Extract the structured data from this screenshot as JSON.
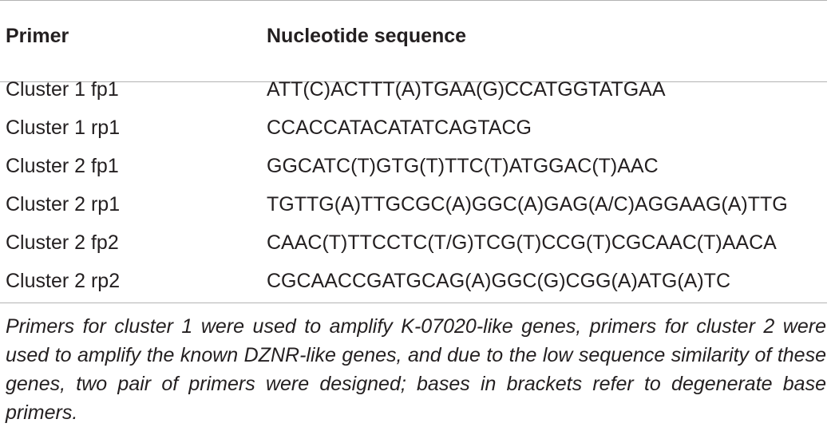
{
  "table": {
    "headers": {
      "primer": "Primer",
      "sequence": "Nucleotide sequence"
    },
    "rows": [
      {
        "primer": "Cluster 1 fp1",
        "sequence": "ATT(C)ACTTT(A)TGAA(G)CCATGGTATGAA"
      },
      {
        "primer": "Cluster 1 rp1",
        "sequence": "CCACCATACATATCAGTACG"
      },
      {
        "primer": "Cluster 2 fp1",
        "sequence": "GGCATC(T)GTG(T)TTC(T)ATGGAC(T)AAC"
      },
      {
        "primer": "Cluster 2 rp1",
        "sequence": "TGTTG(A)TTGCGC(A)GGC(A)GAG(A/C)AGGAAG(A)TTG"
      },
      {
        "primer": "Cluster 2 fp2",
        "sequence": "CAAC(T)TTCCTC(T/G)TCG(T)CCG(T)CGCAAC(T)AACA"
      },
      {
        "primer": "Cluster 2 rp2",
        "sequence": "CGCAACCGATGCAG(A)GGC(G)CGG(A)ATG(A)TC"
      }
    ],
    "footnote": "Primers for cluster 1 were used to amplify K-07020-like genes, primers for cluster 2 were used to amplify the known DZNR-like genes, and due to the low sequence similarity of these genes, two pair of primers were designed; bases in brackets refer to degenerate base primers."
  }
}
